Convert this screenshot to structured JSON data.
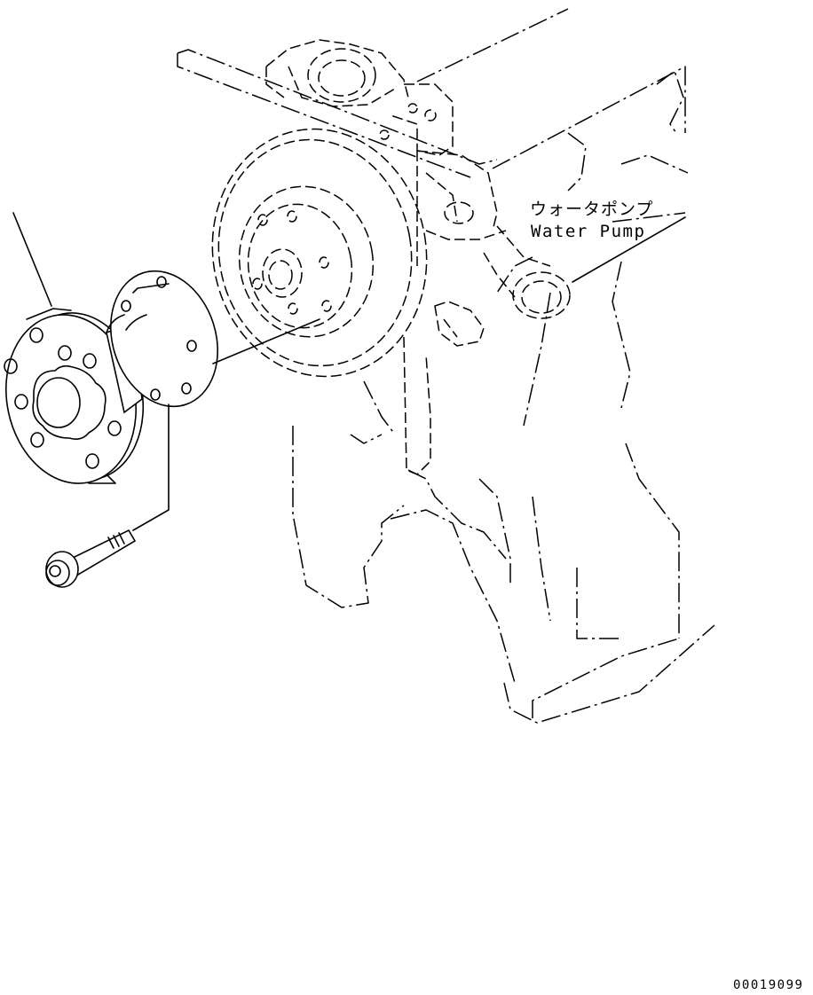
{
  "labels": {
    "part_name_jp": "ウォータポンプ",
    "part_name_en": "Water Pump"
  },
  "figure_id": "00019099"
}
